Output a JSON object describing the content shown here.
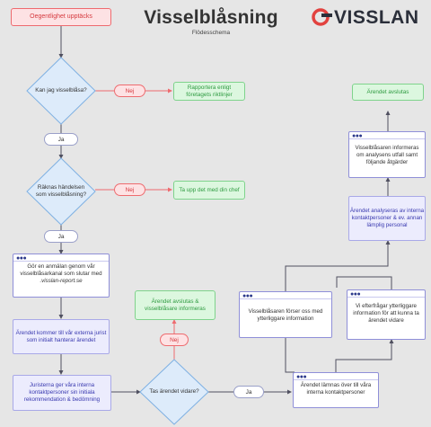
{
  "header": {
    "title": "Visselblåsning",
    "subtitle": "Flödesschema",
    "logo_text": "VISSLAN"
  },
  "nodes": {
    "start": "Oegentlighet upptäcks",
    "decision_1": "Kan jag visselblåsa?",
    "no_1": "Nej",
    "report_company": "Rapportera enligt företagets riktlinjer",
    "yes_1": "Ja",
    "decision_2": "Räknas händelsen som visselblåsning?",
    "no_2": "Nej",
    "talk_manager": "Ta upp det med din chef",
    "yes_2": "Ja",
    "report_channel_text": "Gör en anmälan genom vår visselblåsarkanal som slutar med",
    "report_channel_domain": ".visslan-report.se",
    "external_lawyer": "Ärendet kommer till vår externa jurist som initialt hanterar ärendet",
    "lawyer_recommendation": "Juristerna ger våra interna kontaktpersoner sin initiala rekommendation & bedömning",
    "decision_3": "Tas ärendet vidare?",
    "no_3": "Nej",
    "case_closed_informed": "Ärendet avslutas & visselblåsare informeras",
    "yes_3": "Ja",
    "handed_over": "Ärendet lämnas över till våra interna kontaktpersoner",
    "more_info_request": "Vi efterfrågar ytterliggare information för att kunna ta ärendet vidare",
    "whistleblower_provides": "Visselblåsaren förser oss med ytterliggare information",
    "analysed": "Ärendet analyseras av interna kontaktpersoner & ev. annan lämplig personal",
    "whistleblower_informed": "Visselblåsaren informeras om analysens utfall samt följande åtgärder",
    "case_closed": "Ärendet avslutas"
  },
  "colors": {
    "red": "#ee6b6f",
    "green": "#7fd38c",
    "lavender": "#a9a9e8",
    "diamond_fill": "#ddebfa",
    "diamond_stroke": "#7fb1e3",
    "arrow": "#505060"
  }
}
